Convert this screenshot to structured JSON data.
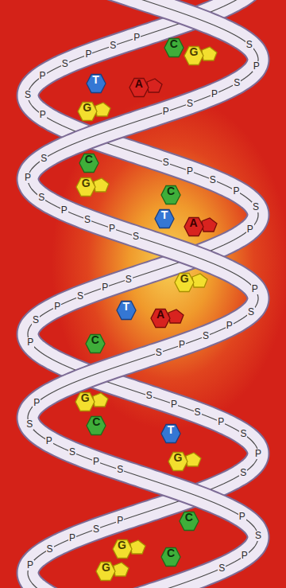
{
  "diagram": {
    "nodes": [
      {
        "text": [
          "C"
        ]
      },
      {
        "text": [
          "G"
        ]
      },
      {
        "text": [
          "T"
        ]
      },
      {
        "text": [
          "A"
        ]
      },
      {
        "text": [
          "G"
        ]
      },
      {
        "text": [
          "C"
        ]
      },
      {
        "text": [
          "G"
        ]
      },
      {
        "text": [
          "C"
        ]
      },
      {
        "text": [
          "T"
        ]
      },
      {
        "text": [
          "A"
        ]
      },
      {
        "text": [
          "G"
        ]
      },
      {
        "text": [
          "T"
        ]
      },
      {
        "text": [
          "A"
        ]
      },
      {
        "text": [
          "C"
        ]
      },
      {
        "text": [
          "G"
        ]
      },
      {
        "text": [
          "C"
        ]
      },
      {
        "text": [
          "T"
        ]
      },
      {
        "text": [
          "G"
        ]
      },
      {
        "text": [
          "C"
        ]
      },
      {
        "text": [
          "G"
        ]
      },
      {
        "text": [
          "C"
        ]
      },
      {
        "text": [
          "G"
        ]
      }
    ],
    "labels": [
      "S",
      "P",
      "S",
      "P",
      "S",
      "P",
      "S",
      "P",
      "S",
      "P",
      "S",
      "P",
      "S",
      "P",
      "S",
      "P",
      "S",
      "P",
      "S",
      "P",
      "S",
      "P",
      "S",
      "P",
      "S",
      "P",
      "S",
      "P",
      "S",
      "P",
      "S",
      "P",
      "S",
      "P",
      "S",
      "P",
      "S",
      "P",
      "S",
      "P",
      "S",
      "P",
      "S",
      "P",
      "S",
      "P",
      "S",
      "P",
      "S",
      "P",
      "S",
      "P",
      "S",
      "P",
      "S",
      "P",
      "S",
      "P",
      "S",
      "P"
    ]
  }
}
